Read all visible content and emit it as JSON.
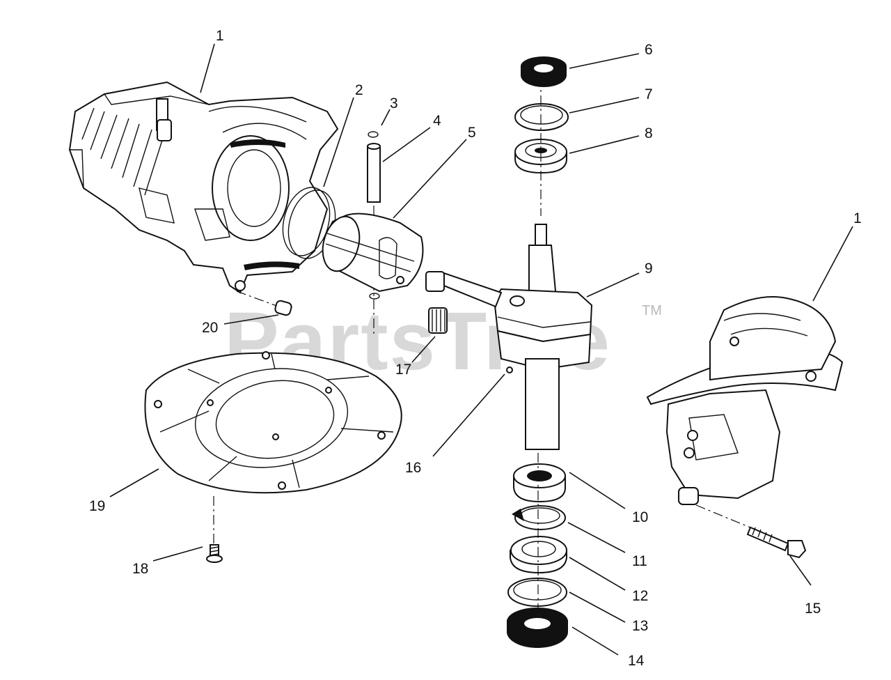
{
  "watermark": {
    "text": "PartsTree",
    "trademark": "TM"
  },
  "callouts": [
    {
      "id": "c1a",
      "label": "1"
    },
    {
      "id": "c1b",
      "label": "1"
    },
    {
      "id": "c2",
      "label": "2"
    },
    {
      "id": "c3",
      "label": "3"
    },
    {
      "id": "c4",
      "label": "4"
    },
    {
      "id": "c5",
      "label": "5"
    },
    {
      "id": "c6",
      "label": "6"
    },
    {
      "id": "c7",
      "label": "7"
    },
    {
      "id": "c8",
      "label": "8"
    },
    {
      "id": "c9",
      "label": "9"
    },
    {
      "id": "c10",
      "label": "10"
    },
    {
      "id": "c11",
      "label": "11"
    },
    {
      "id": "c12",
      "label": "12"
    },
    {
      "id": "c13",
      "label": "13"
    },
    {
      "id": "c14",
      "label": "14"
    },
    {
      "id": "c15",
      "label": "15"
    },
    {
      "id": "c16",
      "label": "16"
    },
    {
      "id": "c17",
      "label": "17"
    },
    {
      "id": "c18",
      "label": "18"
    },
    {
      "id": "c19",
      "label": "19"
    },
    {
      "id": "c20",
      "label": "20"
    }
  ]
}
